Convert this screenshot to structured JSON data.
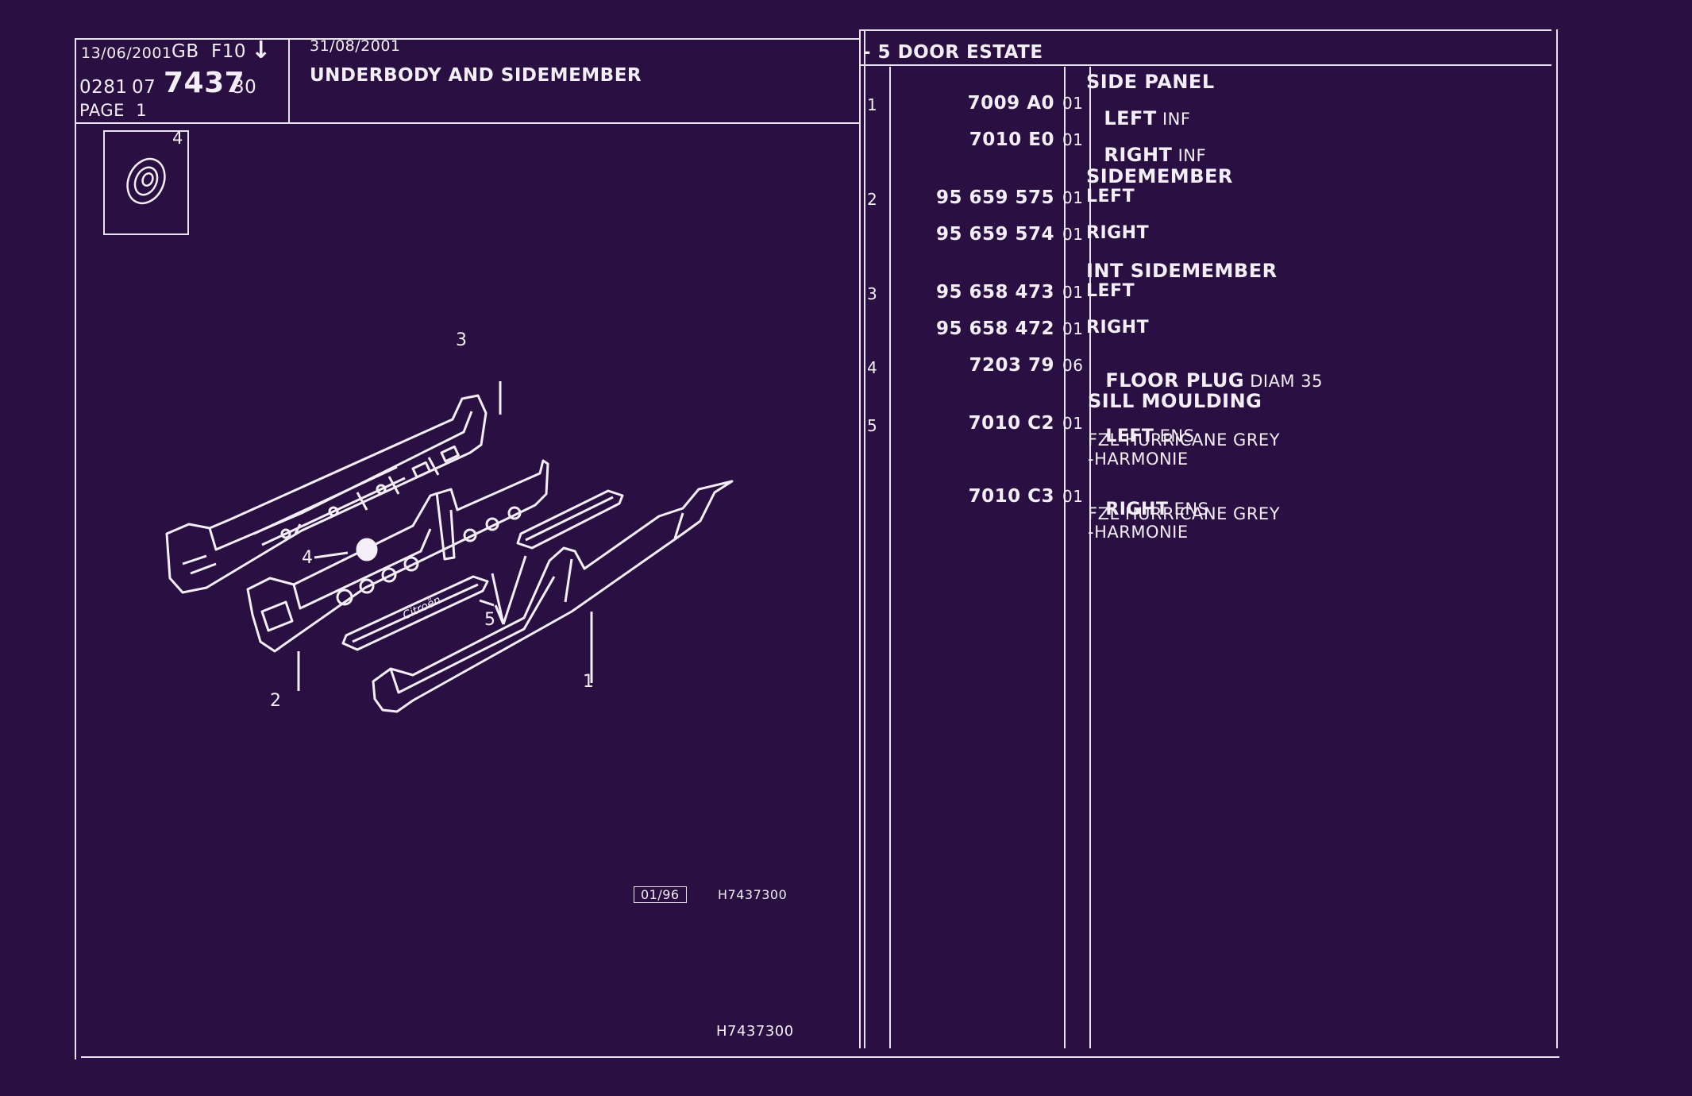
{
  "header": {
    "date_left": "13/06/2001",
    "country": "GB",
    "code": "F10",
    "arrow": "↓",
    "ref_a": "0281",
    "ref_b": "07",
    "ref_main": "7437",
    "ref_c": "30",
    "page": "PAGE  1",
    "date_mid": "31/08/2001",
    "title": "UNDERBODY AND SIDEMEMBER",
    "variant": "- 5 DOOR ESTATE"
  },
  "drawing": {
    "callouts": [
      "1",
      "2",
      "3",
      "4",
      "4",
      "5"
    ],
    "inset_code": "01/96",
    "inset_ref": "H7437300",
    "bottom_ref": "H7437300",
    "logo_text": "Citroën"
  },
  "parts": [
    {
      "index": "",
      "number": "",
      "qty": "",
      "heading": "SIDE PANEL",
      "desc": ""
    },
    {
      "index": "1",
      "number": "7009 A0",
      "qty": "01",
      "heading": "LEFT",
      "desc": " INF"
    },
    {
      "index": "",
      "number": "7010 E0",
      "qty": "01",
      "heading": "RIGHT",
      "desc": " INF"
    },
    {
      "index": "",
      "number": "",
      "qty": "",
      "heading": "SIDEMEMBER",
      "desc": ""
    },
    {
      "index": "2",
      "number": "95 659 575",
      "qty": "01",
      "heading": "LEFT",
      "desc": ""
    },
    {
      "index": "",
      "number": "95 659 574",
      "qty": "01",
      "heading": "RIGHT",
      "desc": ""
    },
    {
      "index": "",
      "number": "",
      "qty": "",
      "heading": "INT SIDEMEMBER",
      "desc": ""
    },
    {
      "index": "3",
      "number": "95 658 473",
      "qty": "01",
      "heading": "LEFT",
      "desc": ""
    },
    {
      "index": "",
      "number": "95 658 472",
      "qty": "01",
      "heading": "RIGHT",
      "desc": ""
    },
    {
      "index": "4",
      "number": "7203 79",
      "qty": "06",
      "heading": "FLOOR PLUG",
      "desc": " DIAM 35"
    },
    {
      "index": "",
      "number": "",
      "qty": "",
      "heading": "SILL MOULDING",
      "desc": ""
    },
    {
      "index": "5",
      "number": "7010 C2",
      "qty": "01",
      "heading": "LEFT",
      "desc": " ENS"
    },
    {
      "index": "",
      "number": "",
      "qty": "",
      "heading": "",
      "desc": "FZL HURRICANE GREY"
    },
    {
      "index": "",
      "number": "",
      "qty": "",
      "heading": "",
      "desc": "-HARMONIE"
    },
    {
      "index": "",
      "number": "7010 C3",
      "qty": "01",
      "heading": "RIGHT",
      "desc": " ENS"
    },
    {
      "index": "",
      "number": "",
      "qty": "",
      "heading": "",
      "desc": "FZL HURRICANE GREY"
    },
    {
      "index": "",
      "number": "",
      "qty": "",
      "heading": "",
      "desc": "-HARMONIE"
    }
  ],
  "colors": {
    "background": "#2a0f42",
    "ink": "#f3eef8"
  }
}
